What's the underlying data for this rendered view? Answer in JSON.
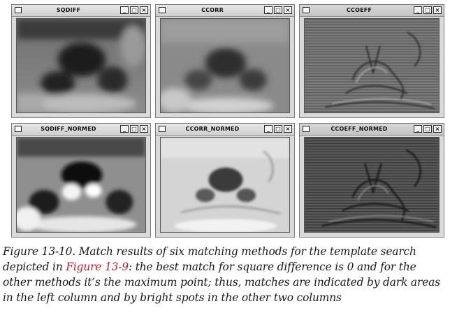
{
  "windows": [
    {
      "title": "SQDIFF",
      "tone": "dark-blur"
    },
    {
      "title": "CCORR",
      "tone": "gray-blur"
    },
    {
      "title": "CCOEFF",
      "tone": "edge"
    },
    {
      "title": "SQDIFF_NORMED",
      "tone": "high-contrast"
    },
    {
      "title": "CCORR_NORMED",
      "tone": "light"
    },
    {
      "title": "CCOEFF_NORMED",
      "tone": "edge-dark"
    }
  ],
  "window_controls": {
    "minimize": "_",
    "maximize": "□",
    "close": "×"
  },
  "caption": {
    "lead": "Figure 13-10. Match results of six matching methods for the template search depicted in",
    "link": "Figure 13-9",
    "rest": ": the best match for square difference is 0 and for the other methods it’s the maximum point; thus, matches are indicated by dark areas in the left column and by bright spots in the other two columns"
  }
}
